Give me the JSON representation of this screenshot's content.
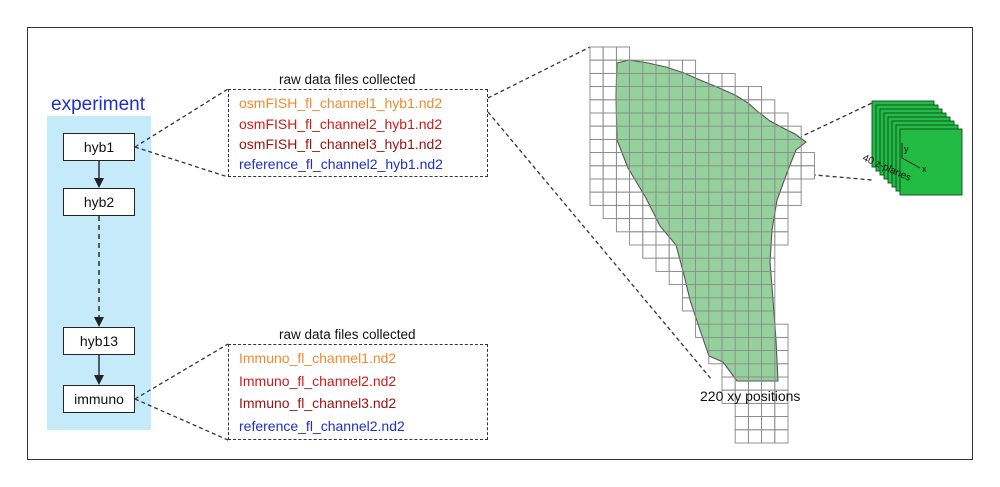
{
  "experiment": {
    "title": "experiment",
    "nodes": [
      "hyb1",
      "hyb2",
      "hyb13",
      "immuno"
    ]
  },
  "hyb_files": {
    "title": "raw data files collected",
    "files": [
      {
        "name": "osmFISH_fl_channel1_hyb1.nd2",
        "color": "#f08a2e"
      },
      {
        "name": "osmFISH_fl_channel2_hyb1.nd2",
        "color": "#d11a1a"
      },
      {
        "name": "osmFISH_fl_channel3_hyb1.nd2",
        "color": "#9e1010"
      },
      {
        "name": "reference_fl_channel2_hyb1.nd2",
        "color": "#1f2fc8"
      }
    ]
  },
  "immuno_files": {
    "title": "raw data files collected",
    "files": [
      {
        "name": "Immuno_fl_channel1.nd2",
        "color": "#f08a2e"
      },
      {
        "name": "Immuno_fl_channel2.nd2",
        "color": "#d11a1a"
      },
      {
        "name": "Immuno_fl_channel3.nd2",
        "color": "#9e1010"
      },
      {
        "name": "reference_fl_channel2.nd2",
        "color": "#1f2fc8"
      }
    ]
  },
  "tiles": {
    "caption": "220 xy positions",
    "tile_color": "#8fcf97"
  },
  "zstack": {
    "planes_label": "40 z-planes",
    "axis_x": "x",
    "axis_y": "y",
    "color": "#22bb44"
  }
}
